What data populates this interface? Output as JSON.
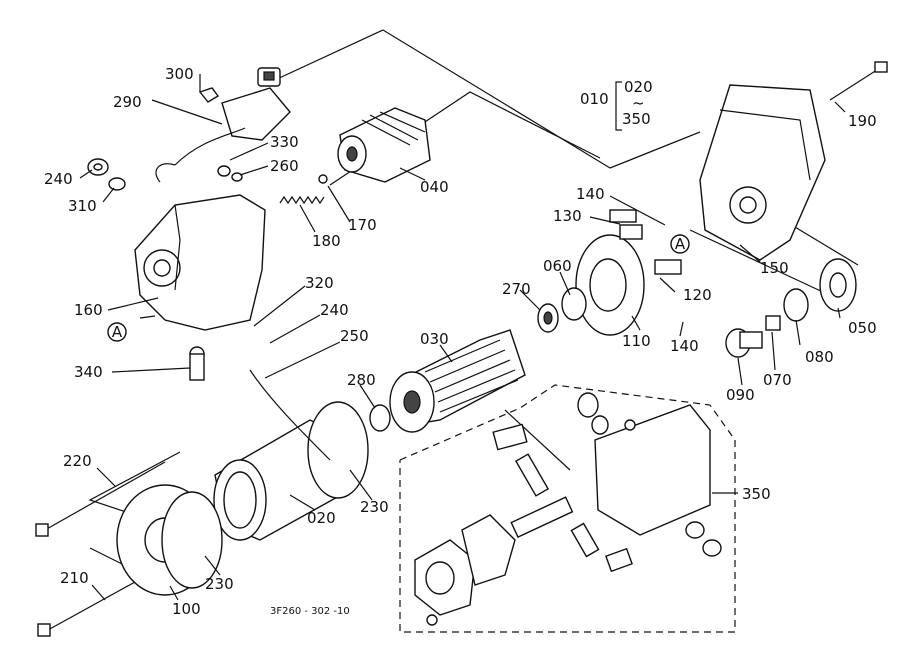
{
  "labels": {
    "p300": "300",
    "p290": "290",
    "p330": "330",
    "p260": "260",
    "p240a": "240",
    "p310": "310",
    "p180": "180",
    "p170": "170",
    "p040": "040",
    "p010": "010",
    "p020a": "020",
    "p350a": "350",
    "p190": "190",
    "p140a": "140",
    "p130": "130",
    "p150": "150",
    "p160": "160",
    "p340": "340",
    "p320": "320",
    "p240b": "240",
    "p250": "250",
    "p270": "270",
    "p060": "060",
    "p120": "120",
    "p110": "110",
    "p140b": "140",
    "p050": "050",
    "p080": "080",
    "p070": "070",
    "p090": "090",
    "p030": "030",
    "p280": "280",
    "p220": "220",
    "p230a": "230",
    "p020b": "020",
    "p350b": "350",
    "p210": "210",
    "p230b": "230",
    "p100": "100",
    "ref_a1": "A",
    "ref_a2": "A",
    "tilde": "~"
  },
  "drawing_number": "3F260 - 302 -10"
}
